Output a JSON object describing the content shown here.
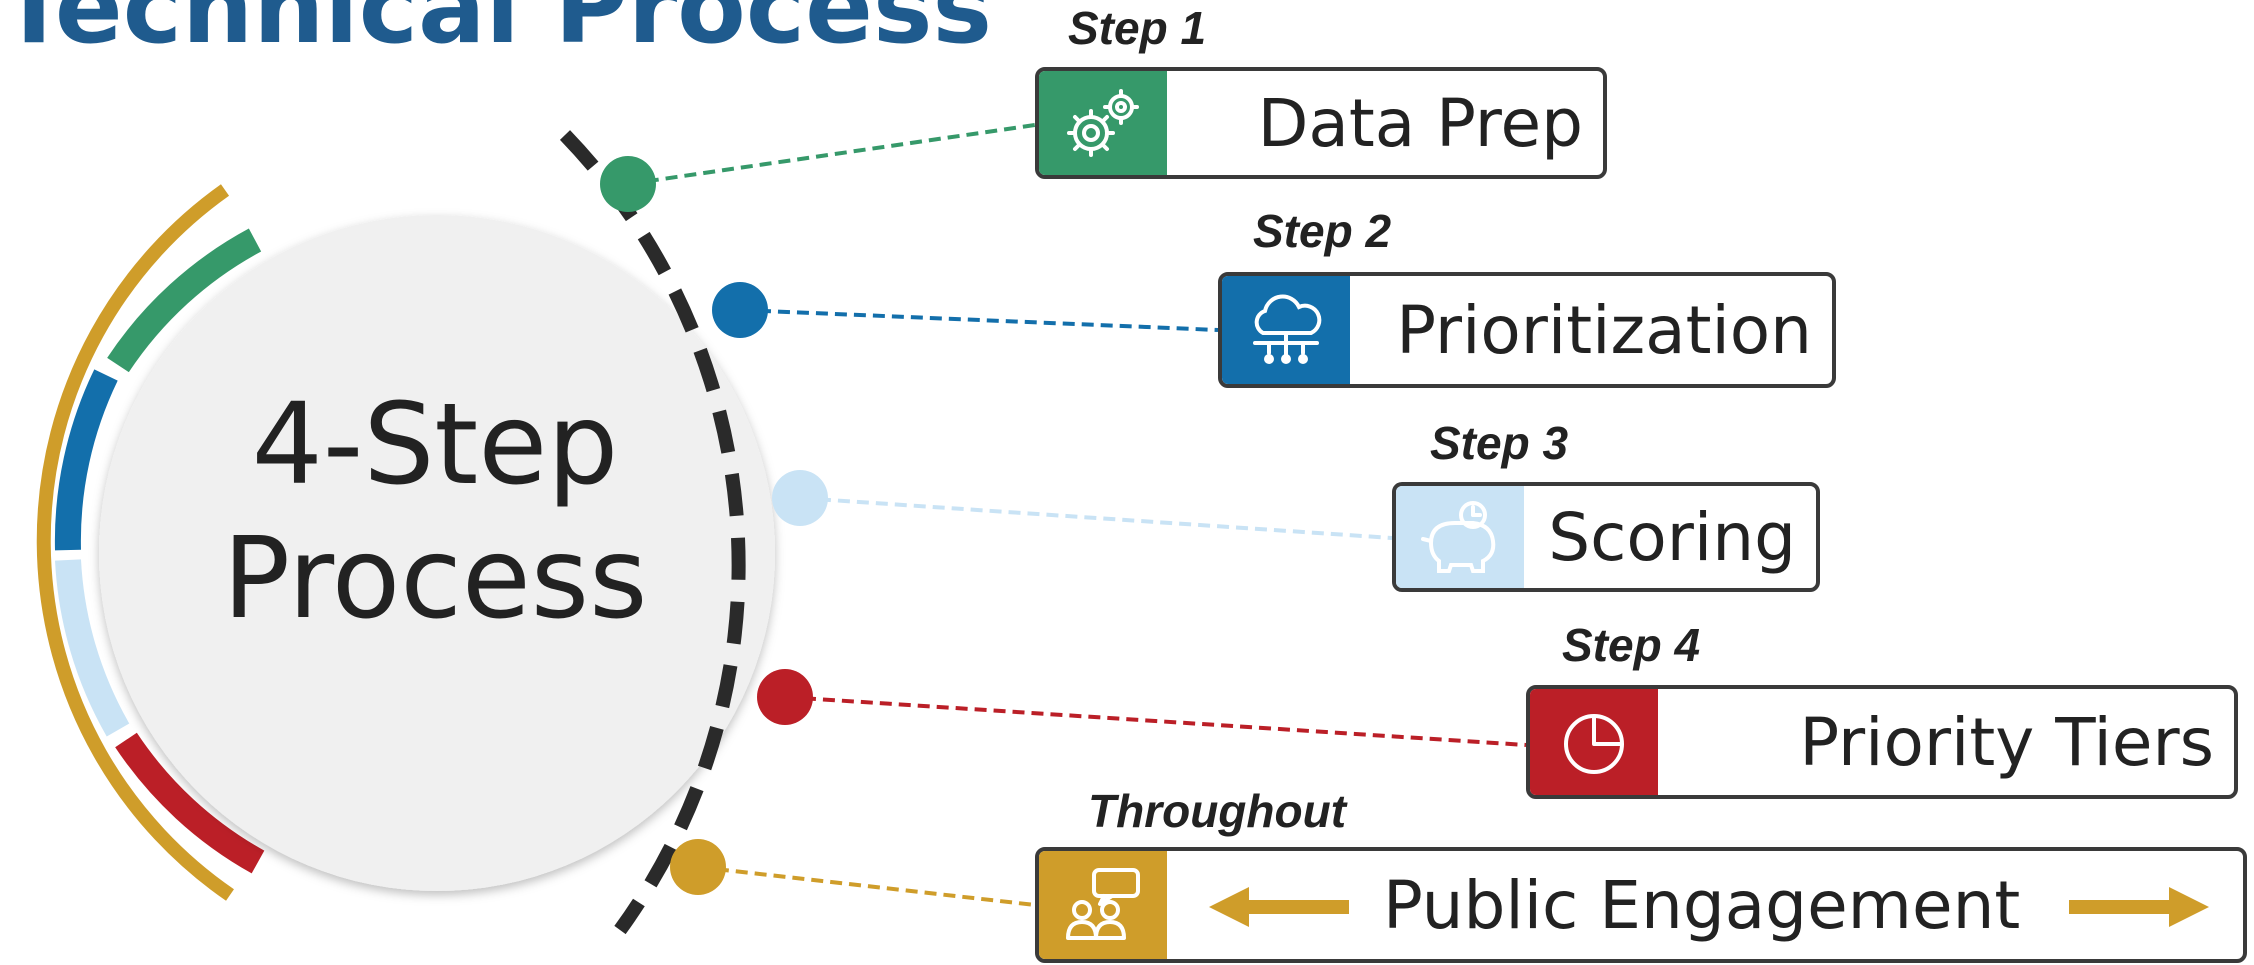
{
  "title": "Technical Process",
  "center": {
    "line1": "4-Step",
    "line2": "Process"
  },
  "steps": [
    {
      "label": "Step 1",
      "name": "Data Prep",
      "color": "#36996a",
      "icon": "gears-icon"
    },
    {
      "label": "Step 2",
      "name": "Prioritization",
      "color": "#136fab",
      "icon": "cloud-network-icon"
    },
    {
      "label": "Step 3",
      "name": "Scoring",
      "color": "#c9e3f5",
      "icon": "piggy-bank-icon"
    },
    {
      "label": "Step 4",
      "name": "Priority Tiers",
      "color": "#bb1f27",
      "icon": "pie-chart-icon"
    },
    {
      "label": "Throughout",
      "name": "Public Engagement",
      "color": "#cf9d2a",
      "icon": "people-chat-icon"
    }
  ],
  "colors": {
    "text": "#222222",
    "title": "#1f5b8e",
    "track": "#2a2a2a",
    "circle": "#f0f0f0"
  }
}
